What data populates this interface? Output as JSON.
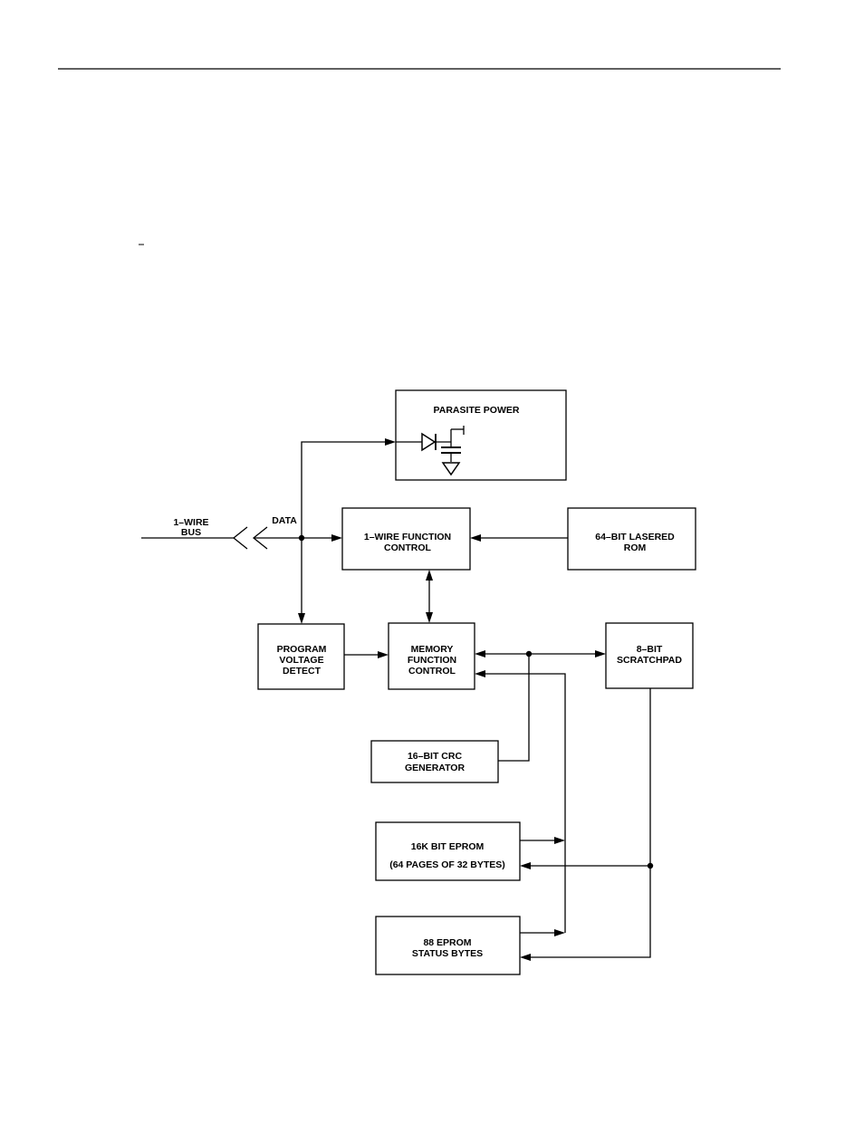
{
  "blocks": {
    "parasite_power": {
      "label": "PARASITE POWER"
    },
    "wire_function_control": {
      "line1": "1–WIRE FUNCTION",
      "line2": "CONTROL"
    },
    "lasered_rom": {
      "line1": "64–BIT LASERED",
      "line2": "ROM"
    },
    "program_voltage_detect": {
      "line1": "PROGRAM",
      "line2": "VOLTAGE",
      "line3": "DETECT"
    },
    "memory_function_control": {
      "line1": "MEMORY",
      "line2": "FUNCTION",
      "line3": "CONTROL"
    },
    "scratchpad": {
      "line1": "8–BIT",
      "line2": "SCRATCHPAD"
    },
    "crc_generator": {
      "line1": "16–BIT CRC",
      "line2": "GENERATOR"
    },
    "eprom": {
      "line1": "16K BIT EPROM",
      "line2": "(64 PAGES OF 32 BYTES)"
    },
    "status_bytes": {
      "line1": "88 EPROM",
      "line2": "STATUS BYTES"
    }
  },
  "labels": {
    "bus_line1": "1–WIRE",
    "bus_line2": "BUS",
    "data": "DATA"
  }
}
